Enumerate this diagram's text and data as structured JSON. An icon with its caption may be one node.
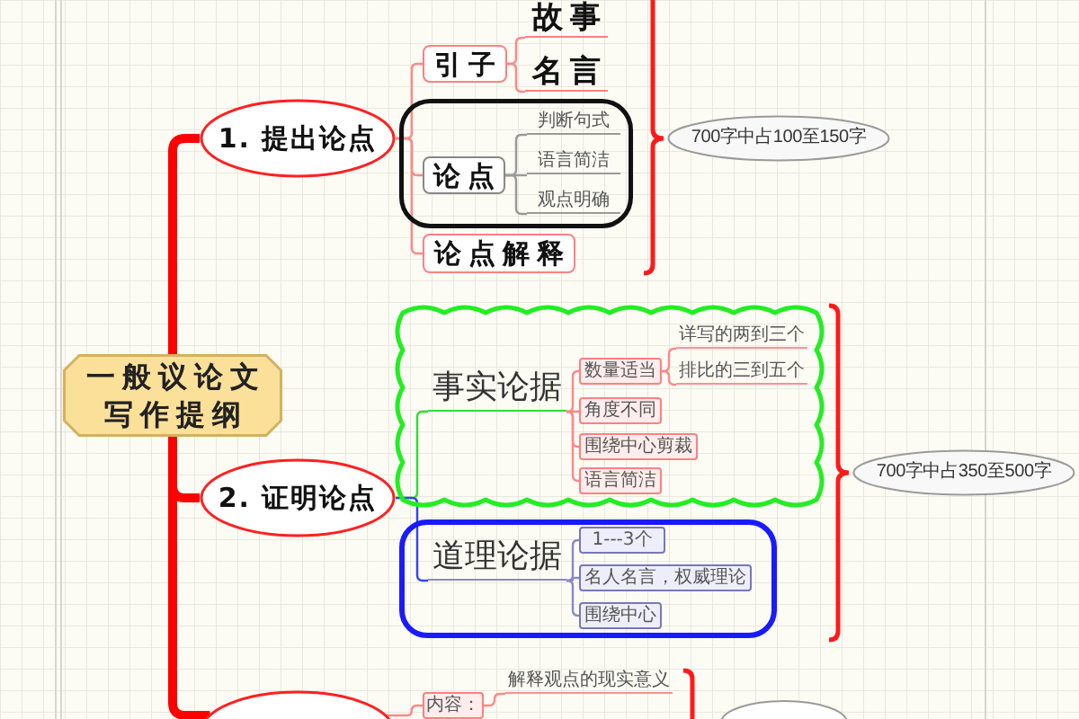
{
  "diagram": {
    "nodes": [
      {
        "text": [
          "一般议论文写作提纲"
        ]
      },
      {
        "text": [
          "1. 提出论点"
        ]
      },
      {
        "text": [
          "引子"
        ]
      },
      {
        "text": [
          "故事"
        ]
      },
      {
        "text": [
          "名言"
        ]
      },
      {
        "text": [],
        "shape": "box"
      },
      {
        "text": [
          "论点"
        ],
        "in": 5
      },
      {
        "text": [
          "判断句式"
        ],
        "in": 5
      },
      {
        "text": [
          "语言简洁"
        ],
        "in": 5
      },
      {
        "text": [
          "观点明确"
        ],
        "in": 5
      },
      {
        "text": [
          "论点解释"
        ]
      },
      {
        "text": [
          "700字中占100至150字"
        ]
      },
      {
        "text": [
          "2. 证明论点"
        ]
      },
      {
        "text": [],
        "shape": "cloud"
      },
      {
        "text": [
          "事实论据"
        ],
        "in": 13
      },
      {
        "text": [
          "数量适当"
        ],
        "in": 13
      },
      {
        "text": [
          "详写的两到三个"
        ],
        "in": 13
      },
      {
        "text": [
          "排比的三到五个"
        ],
        "in": 13
      },
      {
        "text": [
          "角度不同"
        ],
        "in": 13
      },
      {
        "text": [
          "围绕中心剪裁"
        ],
        "in": 13
      },
      {
        "text": [
          "语言简洁"
        ],
        "in": 13
      },
      {
        "text": [],
        "shape": "box"
      },
      {
        "text": [
          "道理论据"
        ],
        "in": 21
      },
      {
        "text": [
          "1---3个"
        ],
        "in": 21
      },
      {
        "text": [
          "名人名言，权威理论"
        ],
        "in": 21
      },
      {
        "text": [
          "围绕中心"
        ],
        "in": 21
      },
      {
        "text": [
          "700字中占350至500字"
        ]
      },
      {
        "text": [],
        "shape": "ellipse"
      },
      {
        "text": [
          "内容："
        ]
      },
      {
        "text": [
          "解释观点的现实意义"
        ]
      },
      {
        "text": [],
        "shape": "ellipse"
      }
    ],
    "edges": [
      {
        "from": 0,
        "to": 1,
        "arrow": "none",
        "style": "thick",
        "color": "#ff0000"
      },
      {
        "from": 0,
        "to": 12,
        "arrow": "none",
        "style": "thick",
        "color": "#ff0000"
      },
      {
        "from": 0,
        "to": 27,
        "arrow": "none",
        "style": "thick",
        "color": "#ff0000"
      },
      {
        "from": 1,
        "to": 2,
        "arrow": "none"
      },
      {
        "from": 1,
        "to": 6,
        "arrow": "none"
      },
      {
        "from": 1,
        "to": 10,
        "arrow": "none"
      },
      {
        "from": 2,
        "to": 3,
        "arrow": "none"
      },
      {
        "from": 2,
        "to": 4,
        "arrow": "none"
      },
      {
        "from": 6,
        "to": 7,
        "arrow": "none",
        "color": "#999999"
      },
      {
        "from": 6,
        "to": 8,
        "arrow": "none",
        "color": "#999999"
      },
      {
        "from": 6,
        "to": 9,
        "arrow": "none",
        "color": "#999999"
      },
      {
        "from": 12,
        "to": 14,
        "arrow": "none",
        "color": "#33dd33"
      },
      {
        "from": 12,
        "to": 22,
        "arrow": "none",
        "color": "#3344ee"
      },
      {
        "from": 14,
        "to": 15,
        "arrow": "none"
      },
      {
        "from": 14,
        "to": 18,
        "arrow": "none"
      },
      {
        "from": 14,
        "to": 19,
        "arrow": "none"
      },
      {
        "from": 14,
        "to": 20,
        "arrow": "none"
      },
      {
        "from": 15,
        "to": 16,
        "arrow": "none"
      },
      {
        "from": 15,
        "to": 17,
        "arrow": "none"
      },
      {
        "from": 22,
        "to": 23,
        "arrow": "none",
        "color": "#8888cc"
      },
      {
        "from": 22,
        "to": 24,
        "arrow": "none",
        "color": "#8888cc"
      },
      {
        "from": 22,
        "to": 25,
        "arrow": "none",
        "color": "#8888cc"
      },
      {
        "from": 27,
        "to": 28,
        "arrow": "none"
      },
      {
        "from": 28,
        "to": 29,
        "arrow": "none"
      }
    ]
  }
}
